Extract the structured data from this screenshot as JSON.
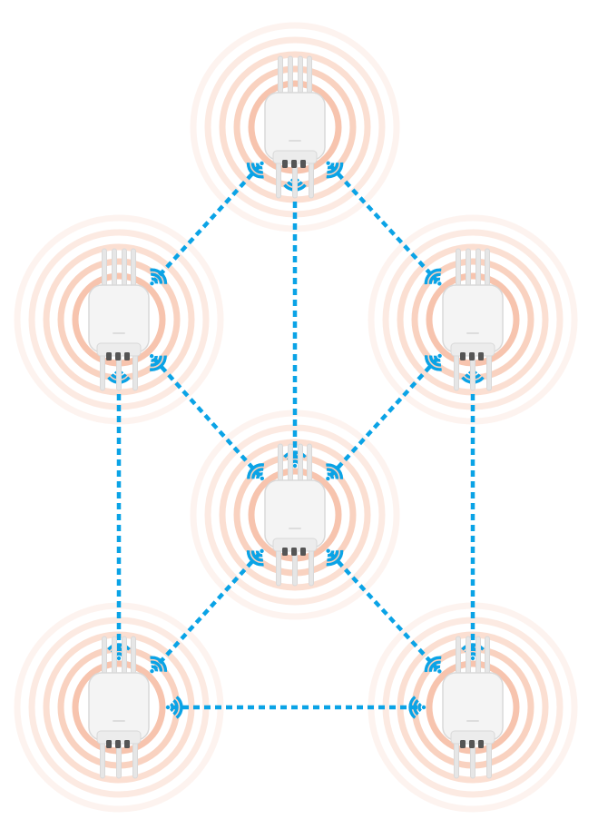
{
  "diagram": {
    "type": "wireless-mesh-network",
    "node_icon": "outdoor-access-point-icon",
    "link_icon": "wifi-signal-icon",
    "colors": {
      "background": "#ffffff",
      "ring": "#f2a07c",
      "link": "#0aa3e6",
      "device_body": "#f4f4f4",
      "device_outline": "#d9d9d9",
      "antenna": "#e6e6e6"
    },
    "nodes": [
      {
        "id": "ap-top"
      },
      {
        "id": "ap-left"
      },
      {
        "id": "ap-right"
      },
      {
        "id": "ap-center"
      },
      {
        "id": "ap-bottom-left"
      },
      {
        "id": "ap-bottom-right"
      }
    ],
    "links": [
      {
        "from": "ap-top",
        "to": "ap-left"
      },
      {
        "from": "ap-top",
        "to": "ap-right"
      },
      {
        "from": "ap-top",
        "to": "ap-center"
      },
      {
        "from": "ap-left",
        "to": "ap-center"
      },
      {
        "from": "ap-right",
        "to": "ap-center"
      },
      {
        "from": "ap-left",
        "to": "ap-bottom-left"
      },
      {
        "from": "ap-right",
        "to": "ap-bottom-right"
      },
      {
        "from": "ap-center",
        "to": "ap-bottom-left"
      },
      {
        "from": "ap-center",
        "to": "ap-bottom-right"
      },
      {
        "from": "ap-bottom-left",
        "to": "ap-bottom-right"
      }
    ]
  }
}
